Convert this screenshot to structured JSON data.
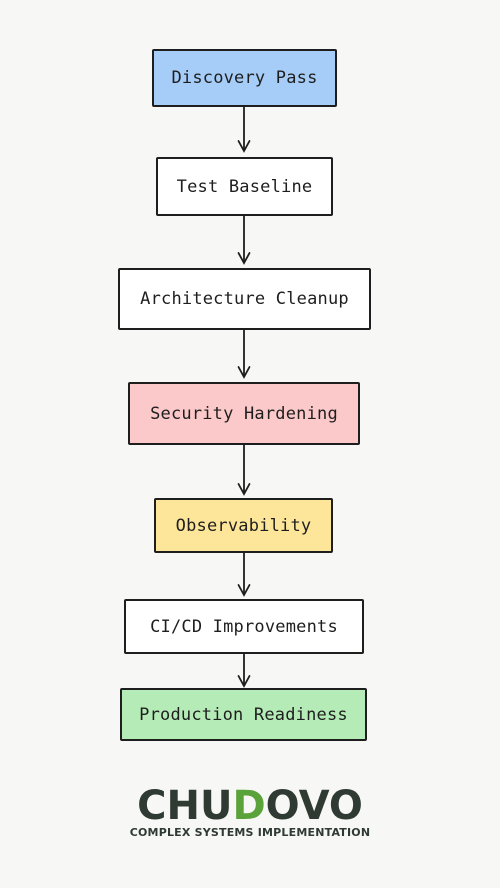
{
  "diagram": {
    "steps": [
      {
        "label": "Discovery Pass",
        "fill": "#a5cdf7"
      },
      {
        "label": "Test Baseline",
        "fill": "#ffffff"
      },
      {
        "label": "Architecture Cleanup",
        "fill": "#ffffff"
      },
      {
        "label": "Security Hardening",
        "fill": "#fbc9c9"
      },
      {
        "label": "Observability",
        "fill": "#fde69a"
      },
      {
        "label": "CI/CD Improvements",
        "fill": "#ffffff"
      },
      {
        "label": "Production Readiness",
        "fill": "#b4ebb6"
      }
    ]
  },
  "logo": {
    "prefix": "CHU",
    "accent": "D",
    "suffix": "OVO",
    "accent_color": "#5aa23a",
    "tagline": "COMPLEX SYSTEMS IMPLEMENTATION"
  }
}
